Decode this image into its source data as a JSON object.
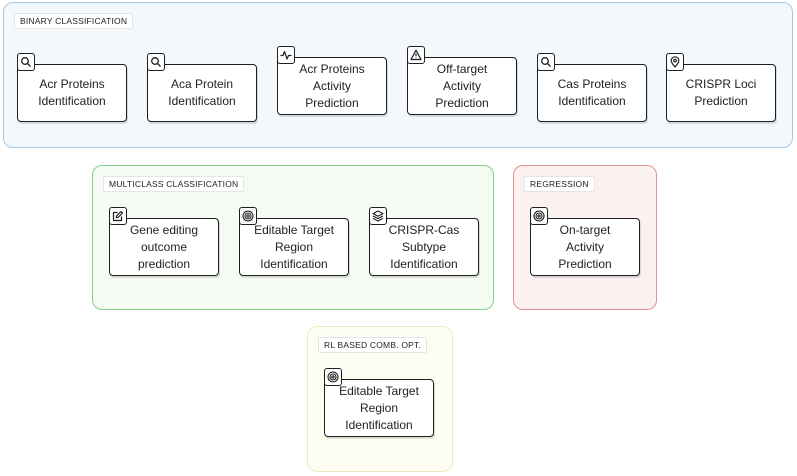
{
  "colors": {
    "binary_border": "#a5c8e6",
    "binary_fill": "#f3f8fd",
    "multiclass_border": "#86cf86",
    "multiclass_fill": "#f4fbf2",
    "regression_border": "#e59090",
    "regression_fill": "#fcf1f1",
    "rl_border": "#eceac4",
    "rl_fill": "#fefdf2",
    "stroke": "#1e1e1e"
  },
  "groups": {
    "binary": {
      "label": "BINARY CLASSIFICATION",
      "cards": [
        {
          "icon": "search-icon",
          "lines": [
            "Acr Proteins",
            "Identification"
          ]
        },
        {
          "icon": "search-icon",
          "lines": [
            "Aca Protein",
            "Identification"
          ]
        },
        {
          "icon": "activity-icon",
          "lines": [
            "Acr Proteins",
            "Activity",
            "Prediction"
          ]
        },
        {
          "icon": "alert-triangle-icon",
          "lines": [
            "Off-target",
            "Activity",
            "Prediction"
          ]
        },
        {
          "icon": "search-icon",
          "lines": [
            "Cas Proteins",
            "Identification"
          ]
        },
        {
          "icon": "map-pin-icon",
          "lines": [
            "CRISPR Loci",
            "Prediction"
          ]
        }
      ]
    },
    "multiclass": {
      "label": "MULTICLASS CLASSIFICATION",
      "cards": [
        {
          "icon": "edit-icon",
          "lines": [
            "Gene editing",
            "outcome",
            "prediction"
          ]
        },
        {
          "icon": "target-icon",
          "lines": [
            "Editable Target",
            "Region",
            "Identification"
          ]
        },
        {
          "icon": "layers-icon",
          "lines": [
            "CRISPR-Cas",
            "Subtype",
            "Identification"
          ]
        }
      ]
    },
    "regression": {
      "label": "REGRESSION",
      "cards": [
        {
          "icon": "target-icon",
          "lines": [
            "On-target",
            "Activity",
            "Prediction"
          ]
        }
      ]
    },
    "rl": {
      "label": "RL BASED COMB. OPT.",
      "cards": [
        {
          "icon": "target-icon",
          "lines": [
            "Editable Target",
            "Region",
            "Identification"
          ]
        }
      ]
    }
  }
}
